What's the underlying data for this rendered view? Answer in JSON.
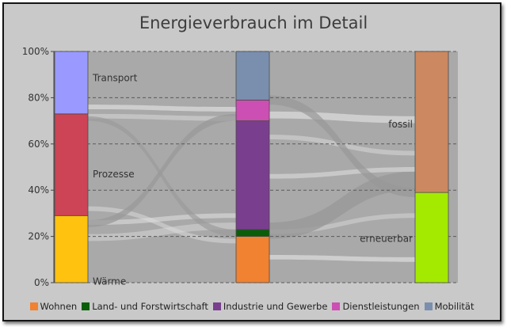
{
  "chart_data": {
    "type": "sankey",
    "title": "Energieverbrauch im Detail",
    "y_ticks": [
      "0%",
      "20%",
      "40%",
      "60%",
      "80%",
      "100%"
    ],
    "ylim": [
      0,
      100
    ],
    "grid": true,
    "legend_position": "bottom",
    "columns": [
      {
        "id": "left",
        "segments": [
          {
            "label": "Wärme",
            "value": 29,
            "color": "#ffc20e"
          },
          {
            "label": "Prozesse",
            "value": 44,
            "color": "#cc4455"
          },
          {
            "label": "Transport",
            "value": 27,
            "color": "#9a99ff"
          }
        ]
      },
      {
        "id": "middle",
        "segments": [
          {
            "label": "Wohnen",
            "value": 20,
            "color": "#f08232"
          },
          {
            "label": "Land- und Forstwirtschaft",
            "value": 3,
            "color": "#0a5e0a"
          },
          {
            "label": "Industrie und Gewerbe",
            "value": 47,
            "color": "#7a3e8e"
          },
          {
            "label": "Dienstleistungen",
            "value": 9,
            "color": "#cc4fb4"
          },
          {
            "label": "Mobilität",
            "value": 21,
            "color": "#7a8fae"
          }
        ]
      },
      {
        "id": "right",
        "segments": [
          {
            "label": "erneuerbar",
            "value": 39,
            "color": "#a3ea00"
          },
          {
            "label": "fossil",
            "value": 61,
            "color": "#cc8860"
          }
        ]
      }
    ],
    "legend": [
      {
        "label": "Wohnen",
        "color": "#f08232"
      },
      {
        "label": "Land- und Forstwirtschaft",
        "color": "#0a5e0a"
      },
      {
        "label": "Industrie und Gewerbe",
        "color": "#7a3e8e"
      },
      {
        "label": "Dienstleistungen",
        "color": "#cc4fb4"
      },
      {
        "label": "Mobilität",
        "color": "#7a8fae"
      }
    ],
    "colors": {
      "background": "#c9c9c9",
      "plot_area": "#a9a9a9",
      "flow": "#999999",
      "flow_light": "#dedede"
    }
  }
}
